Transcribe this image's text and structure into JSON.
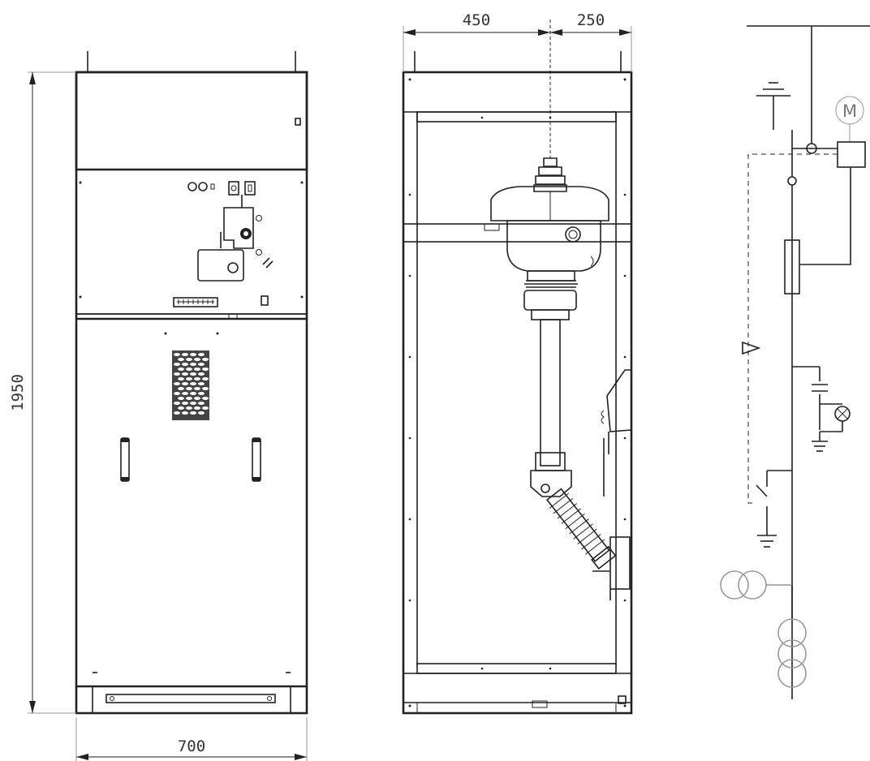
{
  "dimensions": {
    "height_label": "1950",
    "width_label": "700",
    "depth_front_label": "450",
    "depth_rear_label": "250"
  },
  "schematic": {
    "motor_label": "M"
  },
  "icons": {
    "motor": "motor-symbol",
    "earth": "earth-symbol",
    "fuse": "fuse-symbol",
    "lamp": "indicator-lamp-symbol",
    "transformer": "current-transformer-symbol"
  }
}
